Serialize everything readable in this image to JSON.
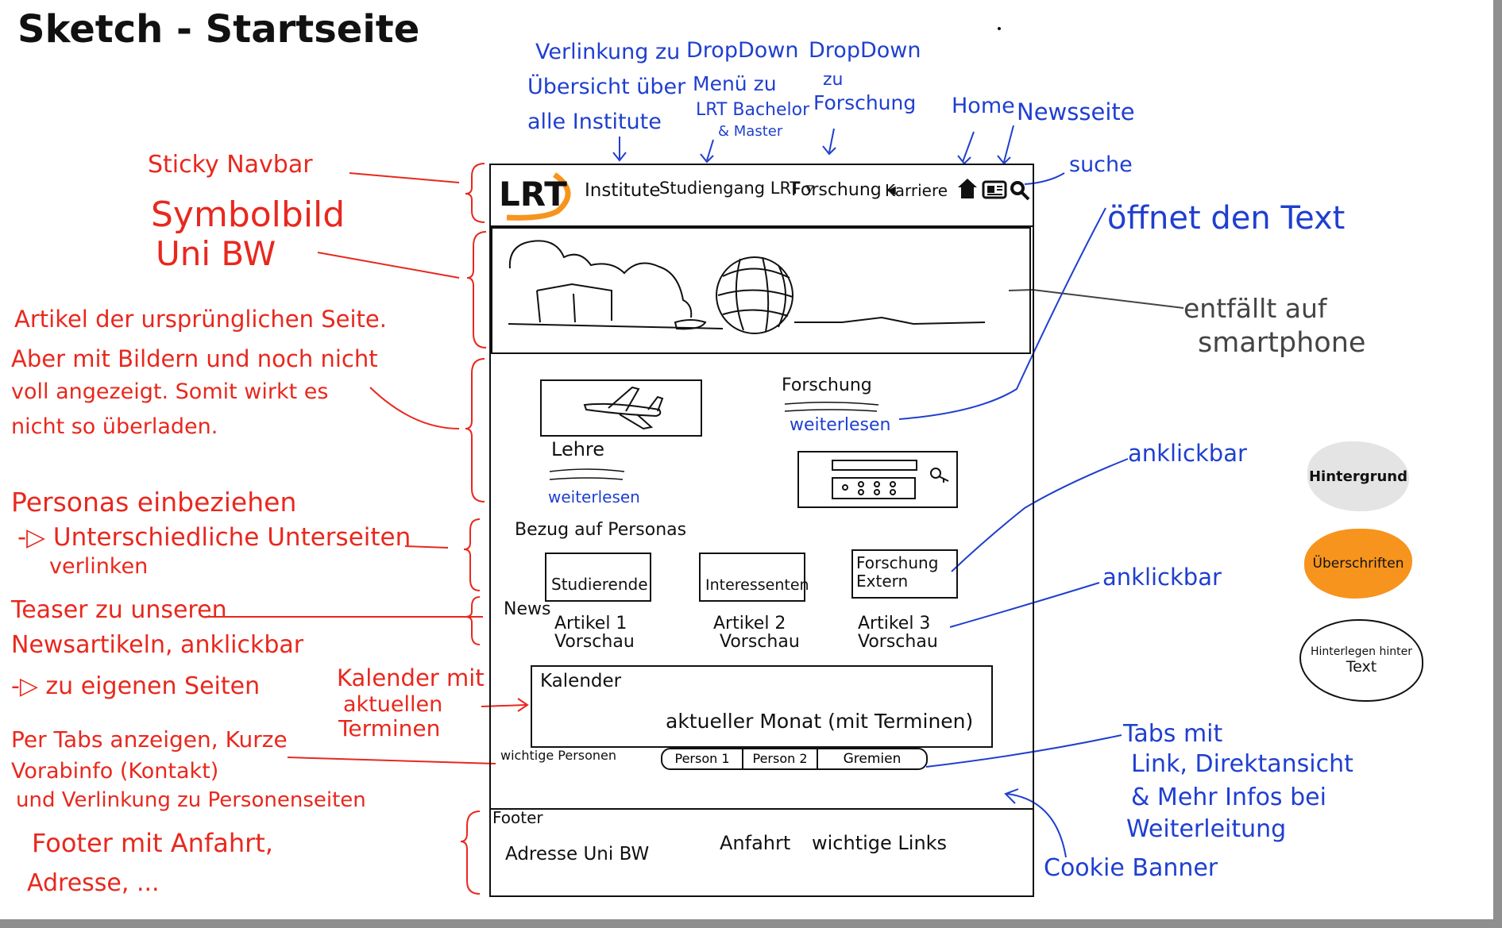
{
  "title": "Sketch - Startseite",
  "blue_top": {
    "institute": [
      "Verlinkung zu",
      "Übersicht über",
      "alle Institute"
    ],
    "dropdown_lrt": [
      "DropDown",
      "Menü zu",
      "LRT Bachelor",
      "& Master"
    ],
    "dropdown_forschung": [
      "DropDown",
      "zu",
      "Forschung"
    ],
    "home": "Home",
    "news": "Newsseite",
    "suche": "suche",
    "oeffnet": "öffnet den Text",
    "anklickbar1": "anklickbar",
    "anklickbar2": "anklickbar",
    "tabs": [
      "Tabs mit",
      "Link, Direktansicht",
      "& Mehr Infos bei",
      "Weiterleitung"
    ],
    "cookie": "Cookie Banner"
  },
  "gray_note": [
    "entfällt auf",
    "smartphone"
  ],
  "red_notes": {
    "sticky": "Sticky Navbar",
    "symbolbild": [
      "Symbolbild",
      "Uni BW"
    ],
    "artikel": [
      "Artikel der ursprünglichen Seite.",
      "Aber mit Bildern und noch nicht",
      "voll angezeigt. Somit wirkt es",
      "nicht so überladen."
    ],
    "personas": [
      "Personas einbeziehen",
      "-▷ Unterschiedliche Unterseiten",
      "verlinken"
    ],
    "teaser": [
      "Teaser zu unseren",
      "Newsartikeln, anklickbar",
      "-▷ zu eigenen Seiten"
    ],
    "kalender": [
      "Kalender mit",
      "aktuellen",
      "Terminen"
    ],
    "tabs": [
      "Per Tabs anzeigen, Kurze",
      "Vorabinfo (Kontakt)",
      "und Verlinkung zu Personenseiten"
    ],
    "footer": [
      "Footer mit Anfahrt,",
      "Adresse, ..."
    ]
  },
  "mockup": {
    "logo": "LRT",
    "nav": [
      "Institute",
      "Studiengang LRT ▿",
      "Forschung ◂",
      "Karriere"
    ],
    "forschung_title": "Forschung",
    "weiterlesen_1": "weiterlesen",
    "lehre_title": "Lehre",
    "weiterlesen_2": "weiterlesen",
    "bezug": "Bezug auf Personas",
    "personas": [
      "Studierende",
      "Interessenten",
      "Forschung Extern"
    ],
    "news_label": "News",
    "articles": [
      [
        "Artikel 1",
        "Vorschau"
      ],
      [
        "Artikel 2",
        "Vorschau"
      ],
      [
        "Artikel 3",
        "Vorschau"
      ]
    ],
    "kalender_title": "Kalender",
    "kalender_text": "aktueller Monat (mit Terminen)",
    "wichtige_personen": "wichtige Personen",
    "tabs": [
      "Person 1",
      "Person 2",
      "Gremien"
    ],
    "footer_label": "Footer",
    "footer_items": [
      "Adresse Uni BW",
      "Anfahrt",
      "wichtige Links"
    ]
  },
  "legend": {
    "hintergrund": "Hintergrund",
    "ueberschriften": "Überschriften",
    "hinterlegen": [
      "Hinterlegen hinter",
      "Text"
    ]
  },
  "colors": {
    "red": "#e8281e",
    "blue": "#1f3fd0",
    "orange": "#f7941d",
    "logo_ring": "#f7941d"
  }
}
